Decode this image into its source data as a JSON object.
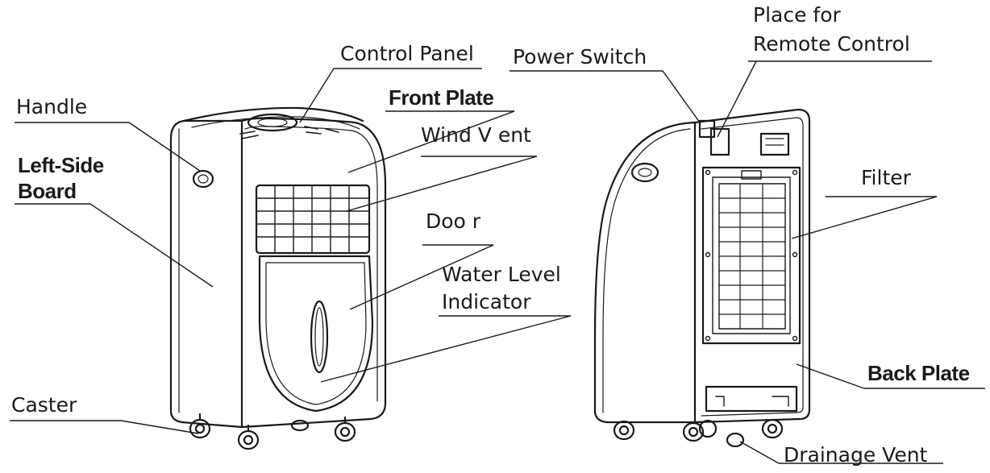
{
  "labels": {
    "control_panel": "Control Panel",
    "power_switch": "Power Switch",
    "remote_place_1": "Place for",
    "remote_place_2": "Remote Control",
    "handle": "Handle",
    "front_plate": "Front Plate",
    "wind_vent": "Wind V ent",
    "left_side_1": "Left-Side",
    "left_side_2": "Board",
    "door": "Doo r",
    "water_level_1": "Water Level",
    "water_level_2": "Indicator",
    "filter": "Filter",
    "back_plate": "Back Plate",
    "caster": "Caster",
    "drainage_vent": "Drainage Vent"
  }
}
